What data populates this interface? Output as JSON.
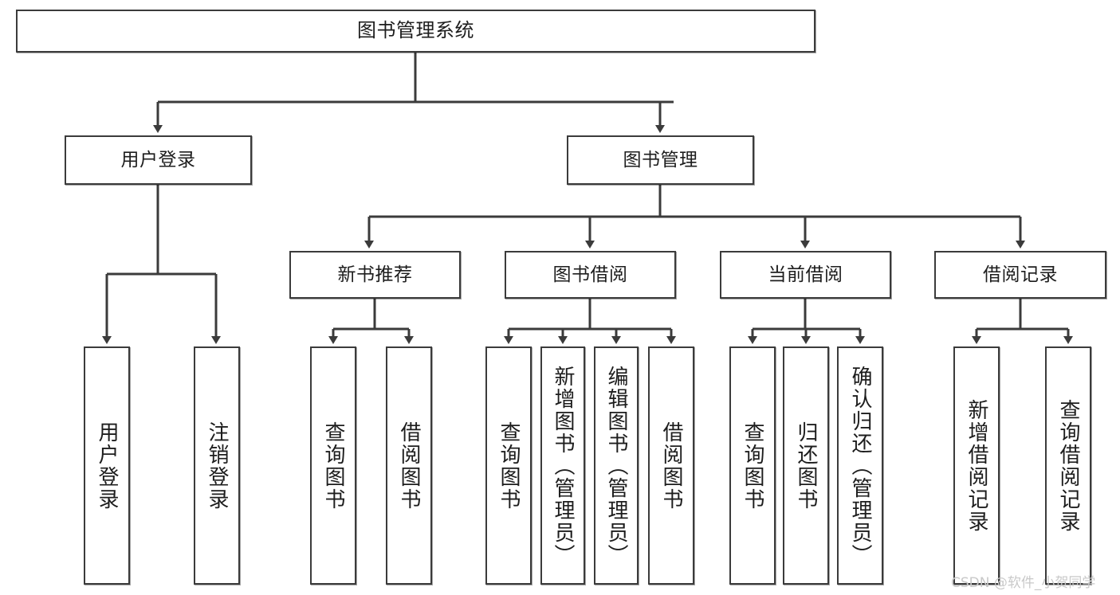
{
  "diagram": {
    "type": "tree",
    "title": "图书管理系统",
    "orientation": "top-down",
    "colors": {
      "box_border": "#3b3b3b",
      "box_fill": "#ffffff",
      "edge": "#3b3b3b",
      "text": "#1d1d1d",
      "watermark": "#c9c9c9"
    },
    "nodes": {
      "root": {
        "label": "图书管理系统"
      },
      "level2": [
        {
          "label": "用户登录"
        },
        {
          "label": "图书管理"
        }
      ],
      "level3": [
        {
          "label": "新书推荐"
        },
        {
          "label": "图书借阅"
        },
        {
          "label": "当前借阅"
        },
        {
          "label": "借阅记录"
        }
      ],
      "leaves": {
        "user_login": [
          {
            "label": "用户登录"
          },
          {
            "label": "注销登录"
          }
        ],
        "new_book_recommend": [
          {
            "label": "查询图书"
          },
          {
            "label": "借阅图书"
          }
        ],
        "book_borrow": [
          {
            "label": "查询图书"
          },
          {
            "label": "新增图书（管理员）"
          },
          {
            "label": "编辑图书（管理员）"
          },
          {
            "label": "借阅图书"
          }
        ],
        "current_borrow": [
          {
            "label": "查询图书"
          },
          {
            "label": "归还图书"
          },
          {
            "label": "确认归还（管理员）"
          }
        ],
        "borrow_record": [
          {
            "label": "新增借阅记录"
          },
          {
            "label": "查询借阅记录"
          }
        ]
      }
    },
    "watermark": "CSDN @软件_小贺同学"
  }
}
